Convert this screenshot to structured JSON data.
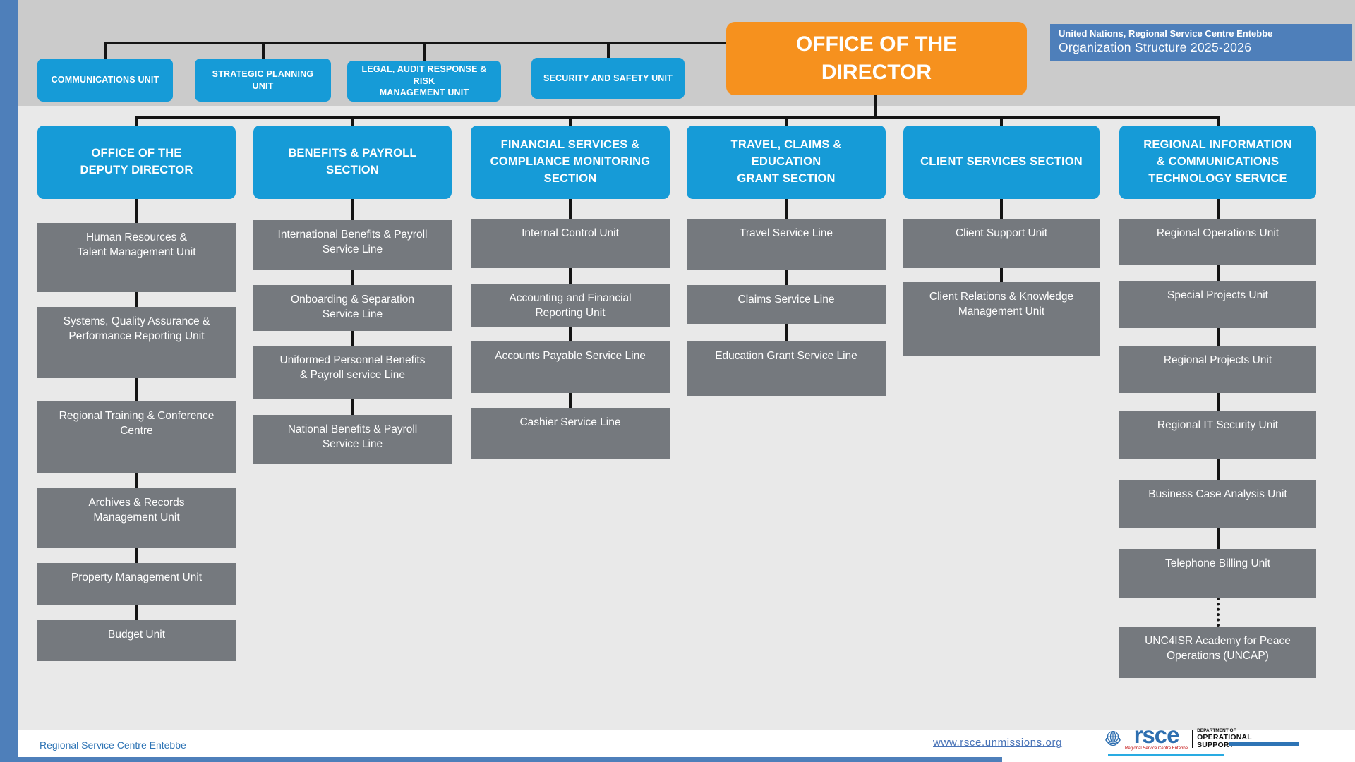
{
  "title_banner": {
    "line1": "United Nations, Regional Service Centre Entebbe",
    "line2": "Organization Structure 2025-2026"
  },
  "director_box": {
    "label": "OFFICE OF THE\nDIRECTOR"
  },
  "top_units": [
    "COMMUNICATIONS UNIT",
    "STRATEGIC PLANNING UNIT",
    "LEGAL, AUDIT RESPONSE & RISK\nMANAGEMENT UNIT",
    "SECURITY AND SAFETY UNIT"
  ],
  "sections": [
    {
      "label": "OFFICE OF THE\nDEPUTY DIRECTOR",
      "children": [
        {
          "label": "Human Resources &\nTalent Management Unit"
        },
        {
          "label": "Systems, Quality Assurance &\nPerformance Reporting Unit"
        },
        {
          "label": "Regional Training & Conference\nCentre"
        },
        {
          "label": "Archives & Records\nManagement Unit"
        },
        {
          "label": "Property Management Unit"
        },
        {
          "label": "Budget Unit"
        }
      ]
    },
    {
      "label": "BENEFITS & PAYROLL SECTION",
      "children": [
        {
          "label": "International Benefits & Payroll\nService Line"
        },
        {
          "label": "Onboarding & Separation\nService Line"
        },
        {
          "label": "Uniformed Personnel Benefits\n& Payroll service Line"
        },
        {
          "label": "National Benefits & Payroll\nService Line"
        }
      ]
    },
    {
      "label": "FINANCIAL SERVICES &\nCOMPLIANCE MONITORING\nSECTION",
      "children": [
        {
          "label": "Internal Control Unit"
        },
        {
          "label": "Accounting and Financial\nReporting Unit"
        },
        {
          "label": "Accounts Payable Service Line"
        },
        {
          "label": "Cashier Service Line"
        }
      ]
    },
    {
      "label": "TRAVEL, CLAIMS & EDUCATION\nGRANT SECTION",
      "children": [
        {
          "label": "Travel Service Line"
        },
        {
          "label": "Claims Service Line"
        },
        {
          "label": "Education Grant Service Line"
        }
      ]
    },
    {
      "label": "CLIENT SERVICES SECTION",
      "children": [
        {
          "label": "Client Support Unit"
        },
        {
          "label": "Client Relations & Knowledge\nManagement Unit"
        }
      ]
    },
    {
      "label": "REGIONAL INFORMATION\n& COMMUNICATIONS\nTECHNOLOGY SERVICE",
      "children": [
        {
          "label": "Regional Operations Unit"
        },
        {
          "label": "Special Projects Unit"
        },
        {
          "label": "Regional Projects Unit"
        },
        {
          "label": "Regional IT Security Unit"
        },
        {
          "label": "Business Case Analysis Unit"
        },
        {
          "label": "Telephone Billing Unit"
        },
        {
          "label": "UNC4ISR Academy for Peace\nOperations (UNCAP)",
          "dotted": true
        }
      ]
    }
  ],
  "footer": {
    "left_text": "Regional Service Centre Entebbe",
    "url": "www.rsce.unmissions.org",
    "logo": {
      "un_emblem_icon": "un-emblem-icon",
      "rsce": "rsce",
      "tagline": "Regional Service Centre Entebbe",
      "dept_line1": "DEPARTMENT OF",
      "dept_line2": "OPERATIONAL",
      "dept_line3": "SUPPORT"
    }
  },
  "colors": {
    "azure_box": "#169bd7",
    "orange_box": "#f6911e",
    "gray_box": "#75797e",
    "banner_blue": "#4e7fba",
    "connector_black": "#141414",
    "accent_cyan": "#29abe2",
    "footer_blue": "#2e74b5"
  }
}
